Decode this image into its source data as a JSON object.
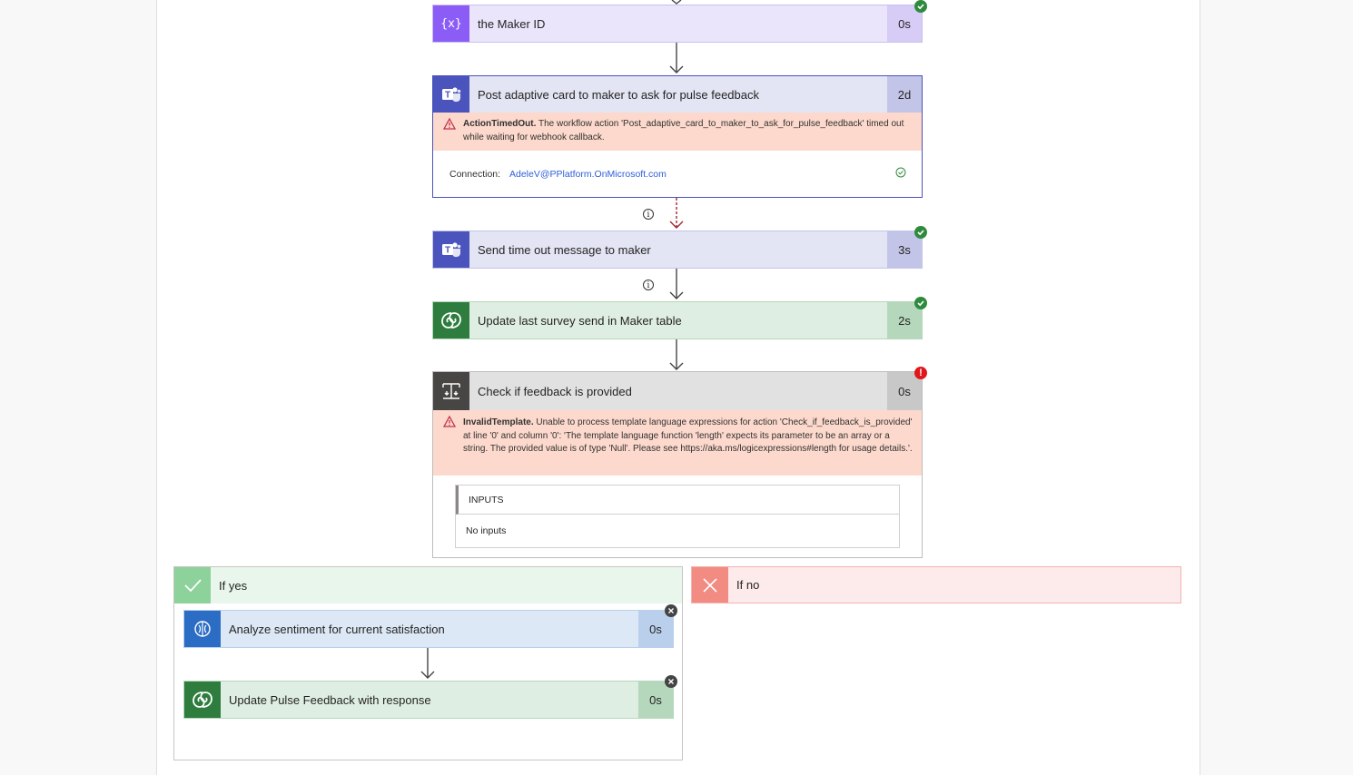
{
  "steps": {
    "maker_id": {
      "title": "the Maker ID",
      "duration": "0s"
    },
    "post_card": {
      "title": "Post adaptive card to maker to ask for pulse feedback",
      "duration": "2d",
      "error_code": "ActionTimedOut.",
      "error_message": " The workflow action 'Post_adaptive_card_to_maker_to_ask_for_pulse_feedback' timed out while waiting for webhook callback.",
      "connection_label": "Connection:",
      "connection_value": "AdeleV@PPlatform.OnMicrosoft.com"
    },
    "send_timeout": {
      "title": "Send time out message to maker",
      "duration": "3s"
    },
    "update_survey": {
      "title": "Update last survey send in Maker table",
      "duration": "2s"
    },
    "check_feedback": {
      "title": "Check if feedback is provided",
      "duration": "0s",
      "error_code": "InvalidTemplate.",
      "error_message": " Unable to process template language expressions for action 'Check_if_feedback_is_provided' at line '0' and column '0': 'The template language function 'length' expects its parameter to be an array or a string. The provided value is of type 'Null'. Please see https://aka.ms/logicexpressions#length for usage details.'.",
      "inputs_header": "INPUTS",
      "inputs_value": "No inputs"
    }
  },
  "branches": {
    "yes": {
      "label": "If yes",
      "steps": [
        {
          "title": "Analyze sentiment for current satisfaction",
          "duration": "0s"
        },
        {
          "title": "Update Pulse Feedback with response",
          "duration": "0s"
        }
      ]
    },
    "no": {
      "label": "If no"
    }
  },
  "info_glyph": "i",
  "error_glyph": "!",
  "colors": {
    "variable": "#8b5cf6",
    "variable_bg": "#ebe5fb",
    "variable_dur": "#d6ccf5",
    "teams": "#4b53bc",
    "teams_bg": "#e3e4f4",
    "teams_dur": "#c3c5e8",
    "dataverse": "#2e7d3e",
    "dataverse_bg": "#dfeee2",
    "dataverse_dur": "#b5d7bc",
    "condition": "#484644",
    "condition_bg": "#e1e1e1",
    "condition_dur": "#c8c8c8",
    "ai": "#2b6cc4",
    "ai_bg": "#dce8f5",
    "ai_dur": "#b9cfec",
    "yes": "#8cd29a",
    "yes_bg": "#e9f6ec",
    "no": "#f28b82",
    "no_bg": "#fdeaea",
    "ok": "#2e8b3e",
    "error": "#e0161c",
    "error_bg": "#fcd9cc"
  },
  "icons": [
    "variable-icon",
    "teams-icon",
    "dataverse-icon",
    "condition-icon",
    "ai-builder-icon",
    "check-icon",
    "close-icon",
    "warning-icon",
    "info-icon",
    "checkmark-circle-icon"
  ]
}
